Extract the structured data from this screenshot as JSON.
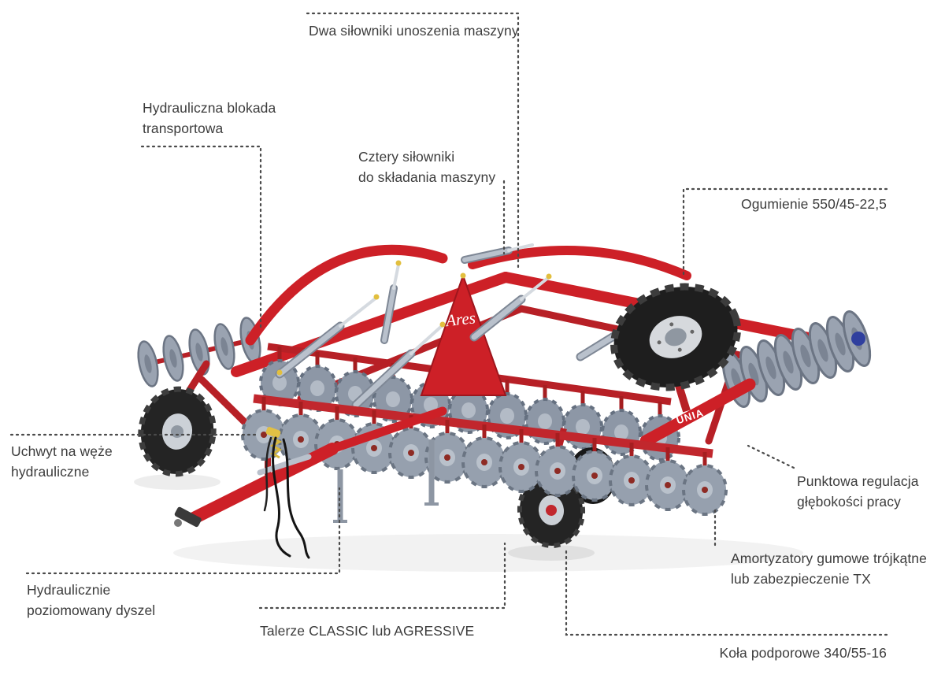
{
  "callouts": [
    {
      "id": "lift-cylinders",
      "text": "Dwa siłowniki unoszenia maszyny"
    },
    {
      "id": "transport-lock",
      "text": "Hydrauliczna blokada\ntransportowa"
    },
    {
      "id": "folding-cylinders",
      "text": "Cztery siłowniki\ndo składania maszyny"
    },
    {
      "id": "tires",
      "text": "Ogumienie 550/45-22,5"
    },
    {
      "id": "hose-holder",
      "text": "Uchwyt na węże\nhydrauliczne"
    },
    {
      "id": "depth-regulation",
      "text": "Punktowa regulacja\ngłębokości pracy"
    },
    {
      "id": "rubber-dampers",
      "text": "Amortyzatory gumowe trójkątne\nlub zabezpieczenie TX"
    },
    {
      "id": "drawbar",
      "text": "Hydraulicznie\npoziomowany dyszel"
    },
    {
      "id": "discs",
      "text": "Talerze CLASSIC lub AGRESSIVE"
    },
    {
      "id": "support-wheels",
      "text": "Koła podporowe 340/55-16"
    }
  ],
  "machine": {
    "brand": "UNIA",
    "model": "Ares"
  },
  "colors": {
    "machine_red": "#cd2027",
    "metal_gray": "#96a0ae",
    "label_text": "#3c3c3c",
    "leader_dots": "#4a4a4a"
  }
}
